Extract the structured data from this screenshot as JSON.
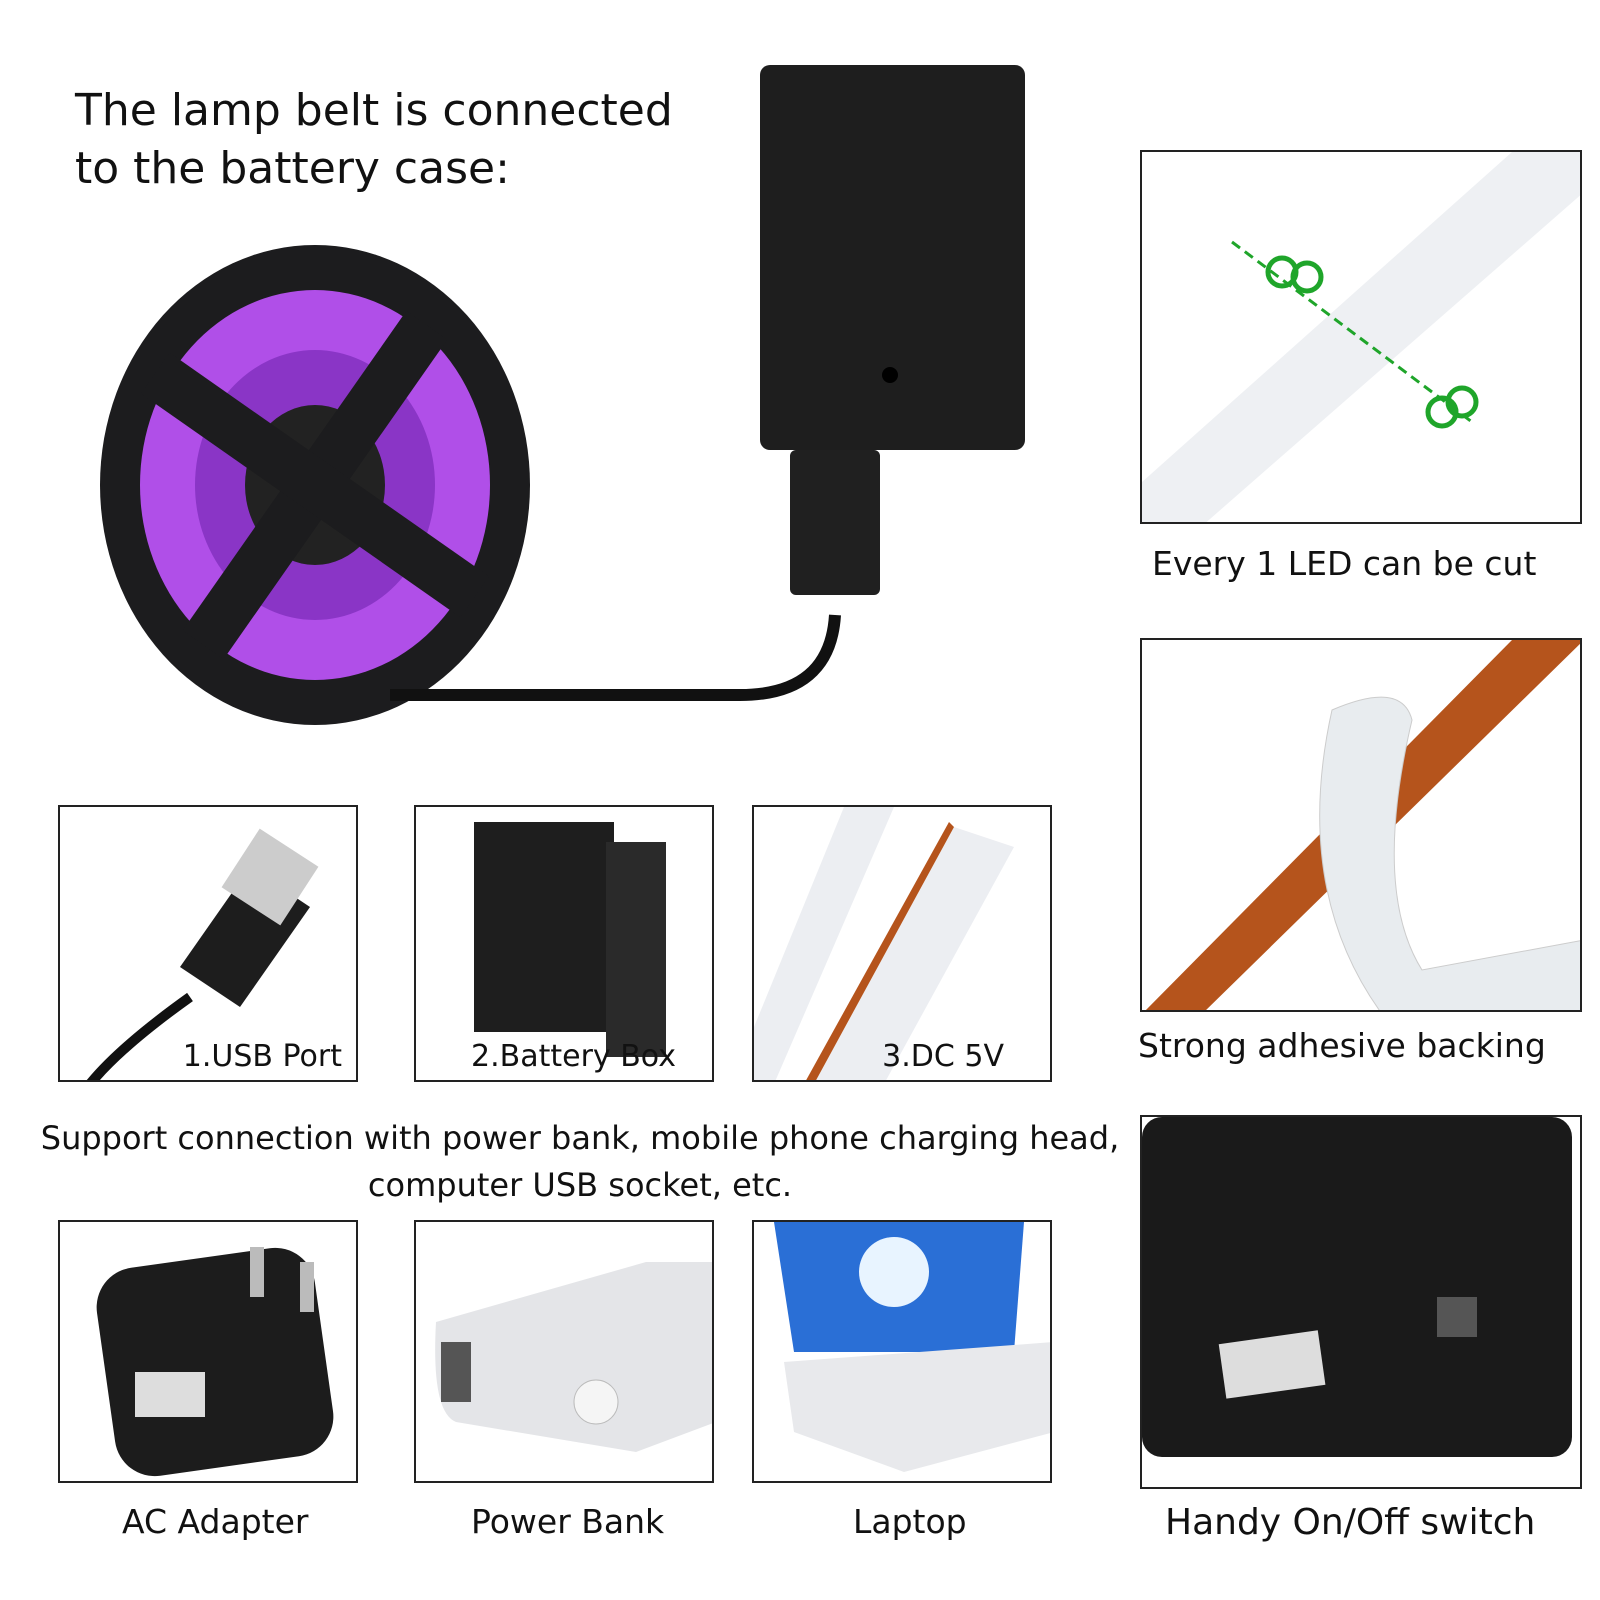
{
  "headline": {
    "line1": "The lamp belt is connected",
    "line2": "to the battery case:"
  },
  "features": [
    {
      "caption": "Every 1 LED can be cut",
      "icon": "scissors-cut-icon"
    },
    {
      "caption": "Strong adhesive backing"
    },
    {
      "caption": "Handy On/Off switch"
    }
  ],
  "parts": [
    {
      "label": "1.USB Port"
    },
    {
      "label": "2.Battery Box"
    },
    {
      "label": "3.DC 5V"
    }
  ],
  "support_text": "Support connection with power bank, mobile phone charging head, computer USB socket, etc.",
  "sources": [
    {
      "label": "AC Adapter"
    },
    {
      "label": "Power Bank"
    },
    {
      "label": "Laptop"
    }
  ],
  "colors": {
    "led_glow": "#b04fe8",
    "cut_line": "#1fa52a",
    "strip_copper": "#b5541c"
  }
}
